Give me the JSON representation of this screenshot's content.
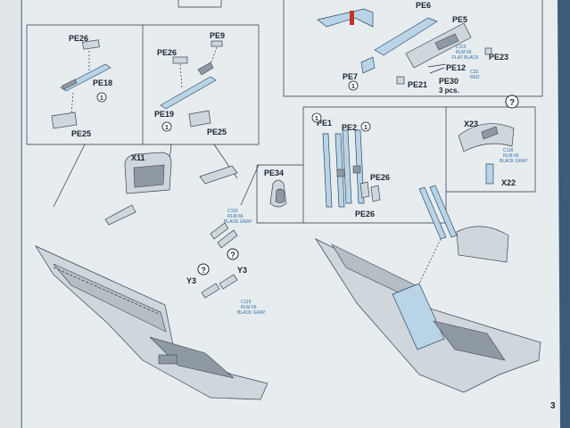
{
  "page": {
    "number": "3"
  },
  "colors": {
    "paper": "#e7ecef",
    "ink": "#1c2430",
    "pe_parts": "#b9d4e6",
    "paint_callout": "#2f6ea6",
    "background": "#3d5a78"
  },
  "panel_pe18": {
    "labels": [
      "PE26",
      "PE18",
      "PE25"
    ]
  },
  "panel_pe19": {
    "labels": [
      "PE26",
      "PE9",
      "PE19",
      "PE25"
    ]
  },
  "panel_pe_top": {
    "labels": [
      "PE6",
      "PE5",
      "PE23",
      "PE7",
      "PE12",
      "PE21",
      "PE30",
      "3 pcs."
    ],
    "paint": [
      "C115",
      "RLM 66",
      "FLAT BLACK"
    ],
    "paint2": [
      "C33",
      "RED"
    ]
  },
  "panel_belts": {
    "labels": [
      "PE1",
      "PE2",
      "PE34",
      "PE26",
      "PE26"
    ]
  },
  "panel_x23": {
    "labels": [
      "X23",
      "X22"
    ],
    "paint": [
      "C116",
      "RLM 66",
      "BLACK GRAY"
    ]
  },
  "left_assembly": {
    "labels": [
      "X11",
      "Y3",
      "Y3"
    ],
    "paint_a": [
      "C116",
      "RLM 66",
      "BLACK GRAY"
    ],
    "paint_b": [
      "C116",
      "RLM 66",
      "BLACK GRAY"
    ]
  },
  "icons": [
    "question-mark-icon",
    "one-side-arrow-icon"
  ]
}
